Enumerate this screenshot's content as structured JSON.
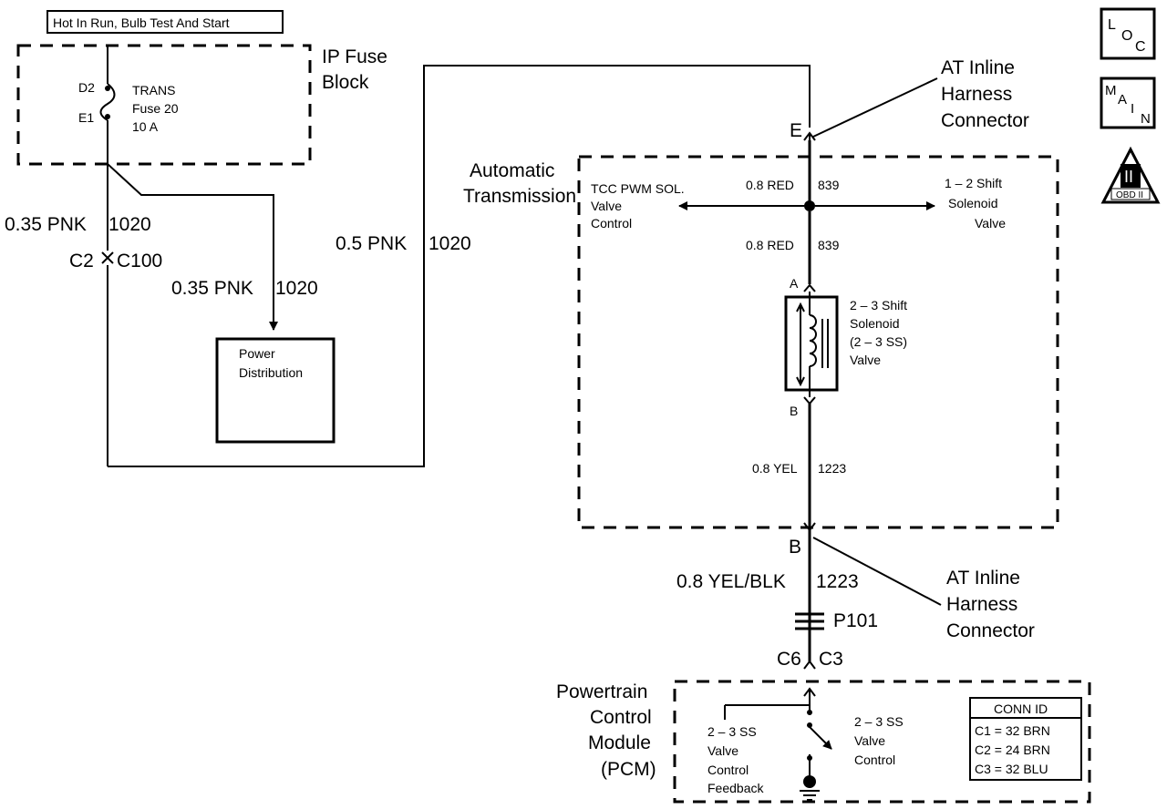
{
  "header": {
    "power_condition": "Hot In Run, Bulb Test And Start"
  },
  "nav_icons": {
    "loc": [
      "L",
      "O",
      "C"
    ],
    "main": [
      "M",
      "A",
      "I",
      "N"
    ],
    "obd_numeral": "II",
    "obd_label": "OBD II"
  },
  "ip_fuse_block": {
    "title_line1": "IP Fuse",
    "title_line2": "Block",
    "pin_top": "D2",
    "pin_bottom": "E1",
    "fuse_line1": "TRANS",
    "fuse_line2": "Fuse 20",
    "fuse_line3": "10 A"
  },
  "left_wires": {
    "wire_a_size": "0.35 PNK",
    "wire_a_circuit": "1020",
    "conn_a": "C2",
    "conn_b": "C100",
    "wire_b_size": "0.35 PNK",
    "wire_b_circuit": "1020",
    "wire_c_size": "0.5 PNK",
    "wire_c_circuit": "1020"
  },
  "power_distribution": {
    "line1": "Power",
    "line2": "Distribution"
  },
  "connector_top": {
    "pin": "E",
    "line1": "AT Inline",
    "line2": "Harness",
    "line3": "Connector"
  },
  "automatic_transmission": {
    "title_line1": "Automatic",
    "title_line2": "Transmission",
    "tcc_line1": "TCC PWM SOL.",
    "tcc_line2": "Valve",
    "tcc_line3": "Control",
    "shift12_line1": "1 – 2 Shift",
    "shift12_line2": "Solenoid",
    "shift12_line3": "Valve",
    "wire_top_size": "0.8 RED",
    "wire_top_circuit": "839",
    "wire_mid_size": "0.8 RED",
    "wire_mid_circuit": "839",
    "pin_a": "A",
    "pin_b": "B",
    "sol_line1": "2 – 3 Shift",
    "sol_line2": "Solenoid",
    "sol_line3": "(2 – 3 SS)",
    "sol_line4": "Valve",
    "wire_low_size": "0.8 YEL",
    "wire_low_circuit": "1223"
  },
  "connector_bottom": {
    "pin": "B",
    "line1": "AT Inline",
    "line2": "Harness",
    "line3": "Connector"
  },
  "lower_wire": {
    "size": "0.8 YEL/BLK",
    "circuit": "1223",
    "splice": "P101",
    "conn_left": "C6",
    "conn_right": "C3"
  },
  "pcm": {
    "title_line1": "Powertrain",
    "title_line2": "Control",
    "title_line3": "Module",
    "title_line4": "(PCM)",
    "fb_line1": "2 – 3 SS",
    "fb_line2": "Valve",
    "fb_line3": "Control",
    "fb_line4": "Feedback",
    "ctl_line1": "2 – 3 SS",
    "ctl_line2": "Valve",
    "ctl_line3": "Control",
    "conn_id_title": "CONN ID",
    "conn_ids": [
      "C1 = 32 BRN",
      "C2 = 24 BRN",
      "C3 = 32 BLU"
    ]
  }
}
